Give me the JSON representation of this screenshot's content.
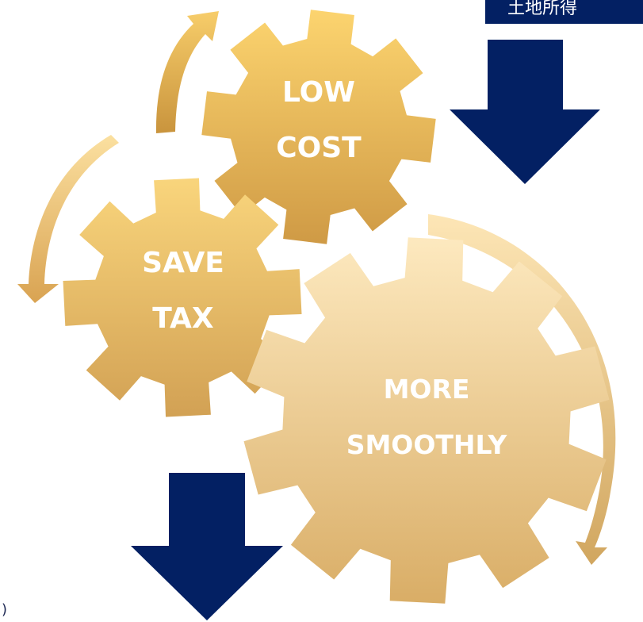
{
  "colors": {
    "navy": "#032063",
    "gold_light": "#fde3a2",
    "gold_mid": "#f2c462",
    "gold_dark": "#c9943d",
    "cream_light": "#fdecc8",
    "cream_dark": "#d8ab63",
    "text": "#ffffff"
  },
  "gears": {
    "low_cost": {
      "line1": "LOW",
      "line2": "COST"
    },
    "save_tax": {
      "line1": "SAVE",
      "line2": "TAX"
    },
    "smoothly": {
      "line1": "MORE",
      "line2": "SMOOTHLY"
    }
  },
  "banner": {
    "label": "土地所得"
  },
  "edge_text": ")",
  "icons": {
    "arrow_down_top": "arrow-down-icon",
    "arrow_down_bottom": "arrow-down-icon",
    "curved_arrows": "curved-arrow-icon"
  }
}
